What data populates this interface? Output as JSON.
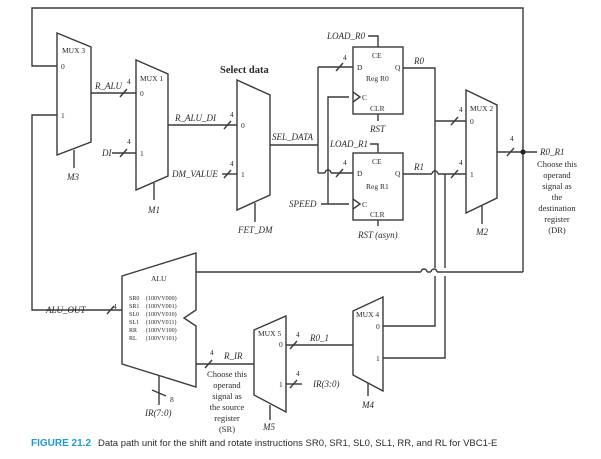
{
  "title": "Select data",
  "caption": {
    "number": "FIGURE 21.2",
    "text": "Data path unit for the shift and rotate instructions SR0, SR1, SL0, SL1, RR, and RL for VBC1-E"
  },
  "muxes": {
    "mux3": {
      "name": "MUX 3",
      "in0": "0",
      "in1": "1",
      "select": "M3"
    },
    "mux1": {
      "name": "MUX 1",
      "in0": "0",
      "in1": "1",
      "select": "M1"
    },
    "select_data": {
      "in0": "0",
      "in1": "1",
      "select": "FET_DM"
    },
    "mux2": {
      "name": "MUX 2",
      "in0": "0",
      "in1": "1",
      "select": "M2"
    },
    "mux4": {
      "name": "MUX 4",
      "in0": "0",
      "in1": "1",
      "select": "M4"
    },
    "mux5": {
      "name": "MUX 5",
      "in0": "0",
      "in1": "1",
      "select": "M5"
    }
  },
  "registers": {
    "r0": {
      "name": "Reg R0",
      "ce": "CE",
      "d": "D",
      "q": "Q",
      "c": "C",
      "clr": "CLR",
      "load": "LOAD_R0",
      "rst": "RST",
      "out": "R0"
    },
    "r1": {
      "name": "Reg R1",
      "ce": "CE",
      "d": "D",
      "q": "Q",
      "c": "C",
      "clr": "CLR",
      "load": "LOAD_R1",
      "rst": "RST (asyn)",
      "out": "R1"
    }
  },
  "signals": {
    "r_alu": "R_ALU",
    "di": "DI",
    "r_alu_di": "R_ALU_DI",
    "dm_value": "DM_VALUE",
    "sel_data": "SEL_DATA",
    "speed": "SPEED",
    "r0_r1": "R0_R1",
    "alu_out": "ALU_OUT",
    "r_ir": "R_IR",
    "r0_1": "R0_1",
    "ir_3_0": "IR(3:0)",
    "ir_7_0": "IR(7:0)"
  },
  "bus_widths": {
    "four": "4",
    "eight": "8"
  },
  "alu": {
    "name": "ALU",
    "ops": [
      {
        "op": "SR0",
        "code": "(100VV000)"
      },
      {
        "op": "SR1",
        "code": "(100VV001)"
      },
      {
        "op": "SL0",
        "code": "(100VV010)"
      },
      {
        "op": "SL1",
        "code": "(100VV011)"
      },
      {
        "op": "RR",
        "code": "(100VV100)"
      },
      {
        "op": "RL",
        "code": "(100VV101)"
      }
    ]
  },
  "notes": {
    "dest": [
      "Choose this",
      "operand",
      "signal as",
      "the",
      "destination",
      "register",
      "(DR)"
    ],
    "src": [
      "Choose this",
      "operand",
      "signal as",
      "the source",
      "register",
      "(SR)"
    ]
  }
}
